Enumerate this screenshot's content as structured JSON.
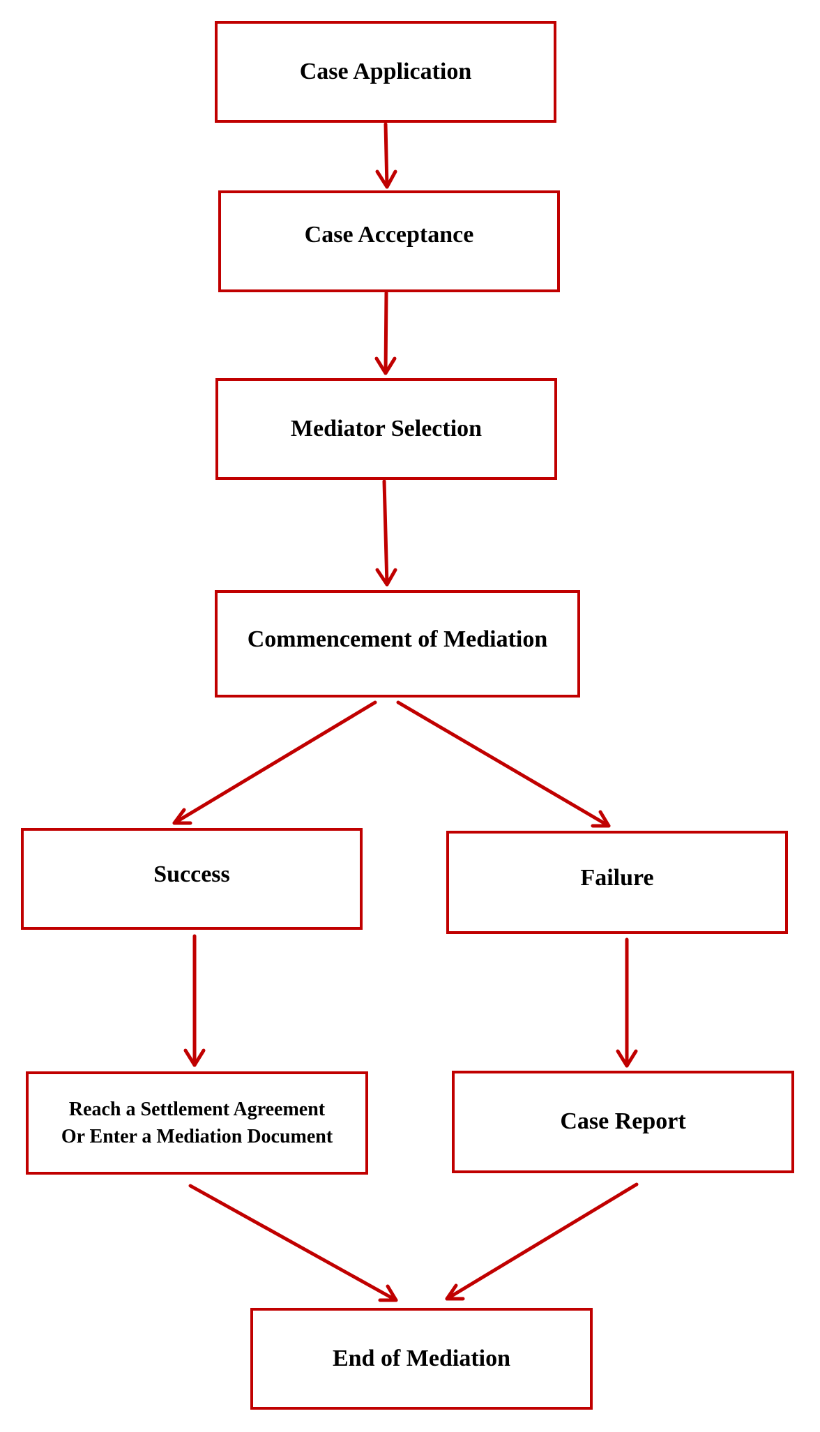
{
  "nodes": {
    "case_application": "Case Application",
    "case_acceptance": "Case Acceptance",
    "mediator_selection": "Mediator Selection",
    "commencement": "Commencement of Mediation",
    "success": "Success",
    "failure": "Failure",
    "settlement_line1": "Reach a Settlement Agreement",
    "settlement_line2": "Or Enter a Mediation Document",
    "case_report": "Case Report",
    "end": "End of Mediation"
  },
  "edges": [
    {
      "from": "case_application",
      "to": "case_acceptance"
    },
    {
      "from": "case_acceptance",
      "to": "mediator_selection"
    },
    {
      "from": "mediator_selection",
      "to": "commencement"
    },
    {
      "from": "commencement",
      "to": "success"
    },
    {
      "from": "commencement",
      "to": "failure"
    },
    {
      "from": "success",
      "to": "settlement"
    },
    {
      "from": "failure",
      "to": "case_report"
    },
    {
      "from": "settlement",
      "to": "end"
    },
    {
      "from": "case_report",
      "to": "end"
    }
  ],
  "colors": {
    "border": "#c00000",
    "arrow": "#c00000",
    "text": "#000000",
    "background": "#ffffff"
  }
}
